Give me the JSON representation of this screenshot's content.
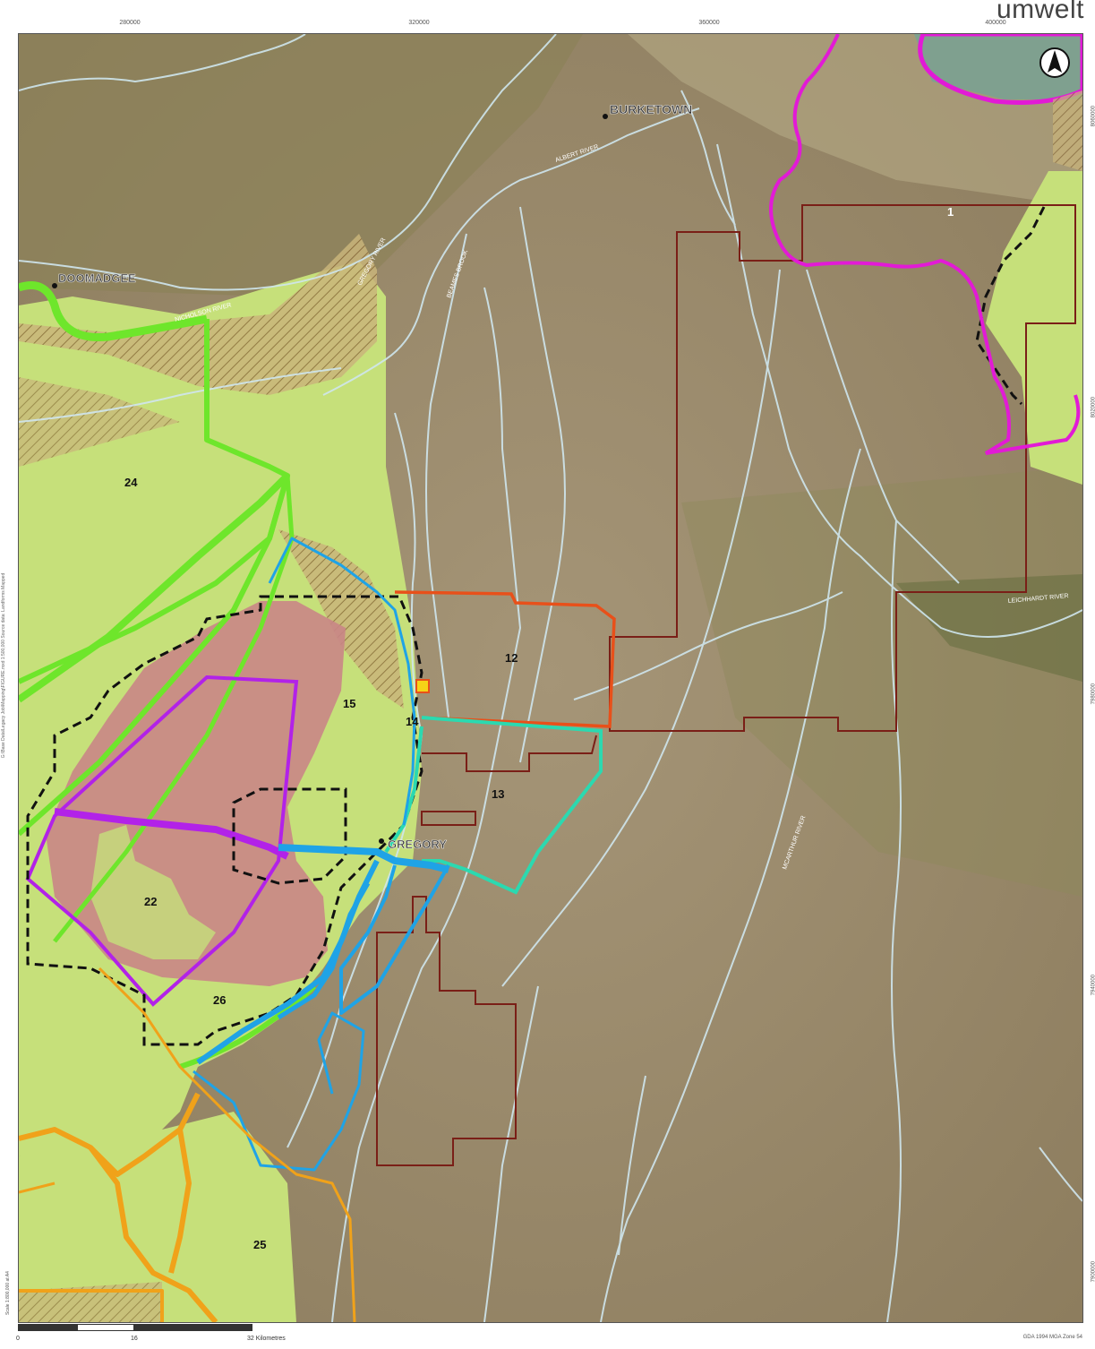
{
  "logo": "umwelt",
  "ticks_top": [
    "280000",
    "320000",
    "360000",
    "400000"
  ],
  "ticks_right": [
    "8060000",
    "8020000",
    "7980000",
    "7940000",
    "7900000"
  ],
  "side_text": "G:\\Base Data\\Legacy Job\\Mapping\\FIGURE.mxd 1:500,000 Source data: Landforms Mapped",
  "places": {
    "burketown": "BURKETOWN",
    "doomadgee": "DOOMADGEE",
    "gregory": "GREGORY"
  },
  "rivers": {
    "albert": "ALBERT RIVER",
    "nicholson": "NICHOLSON RIVER",
    "gregory": "GREGORY RIVER",
    "beames": "BEAMES BROOK",
    "leichhardt": "LEICHHARDT RIVER",
    "mcarthur": "MCARTHUR RIVER"
  },
  "zones": [
    "1",
    "12",
    "13",
    "14",
    "15",
    "22",
    "24",
    "25",
    "26"
  ],
  "scale": {
    "ticks": [
      "0",
      "16",
      "32 Kilometres"
    ],
    "text": "Scale 1:800,000 at A4"
  },
  "projection": "GDA 1994 MGA Zone 54",
  "colors": {
    "green": "#6ee62b",
    "magenta": "#e21ad6",
    "purple": "#b222e8",
    "blue": "#1fa3e6",
    "teal": "#2bd9b0",
    "orange": "#f0a21a",
    "red": "#e8501a",
    "darkred": "#7a1f17",
    "pink_fill": "#c98686",
    "lightgreen_fill": "#c9e276"
  }
}
